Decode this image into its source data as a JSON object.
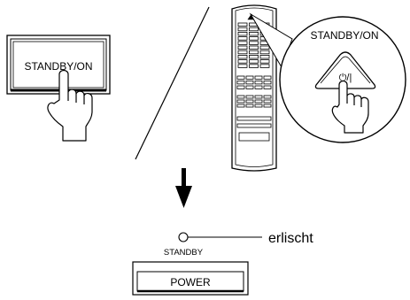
{
  "left_button": {
    "label": "STANDBY/ON"
  },
  "remote_callout": {
    "label": "STANDBY/ON",
    "symbol": "⏻/|"
  },
  "indicator": {
    "label": "STANDBY",
    "status": "erlischt"
  },
  "power_button": {
    "label": "POWER"
  },
  "colors": {
    "ink": "#000000",
    "paper": "#ffffff"
  }
}
